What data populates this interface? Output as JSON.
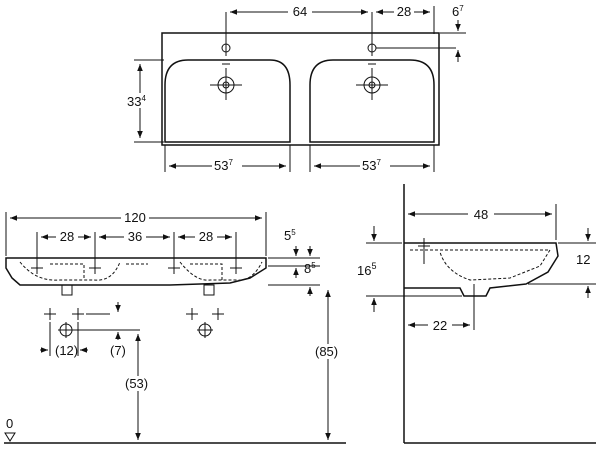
{
  "top_view": {
    "dim_64": "64",
    "dim_28": "28",
    "dim_6": {
      "main": "6",
      "sup": "7"
    },
    "dim_33": {
      "main": "33",
      "sup": "4"
    },
    "dim_53_left": {
      "main": "53",
      "sup": "7"
    },
    "dim_53_right": {
      "main": "53",
      "sup": "7"
    }
  },
  "front_view": {
    "dim_120": "120",
    "dim_28_a": "28",
    "dim_36": "36",
    "dim_28_b": "28",
    "dim_5": {
      "main": "5",
      "sup": "5"
    },
    "dim_8": {
      "main": "8",
      "sup": "5"
    },
    "dim_12p": "(12)",
    "dim_7p": "(7)",
    "dim_53p": "(53)",
    "dim_85p": "(85)",
    "floor_label": "0"
  },
  "side_view": {
    "dim_48": "48",
    "dim_16": {
      "main": "16",
      "sup": "5"
    },
    "dim_12": "12",
    "dim_22": "22"
  }
}
